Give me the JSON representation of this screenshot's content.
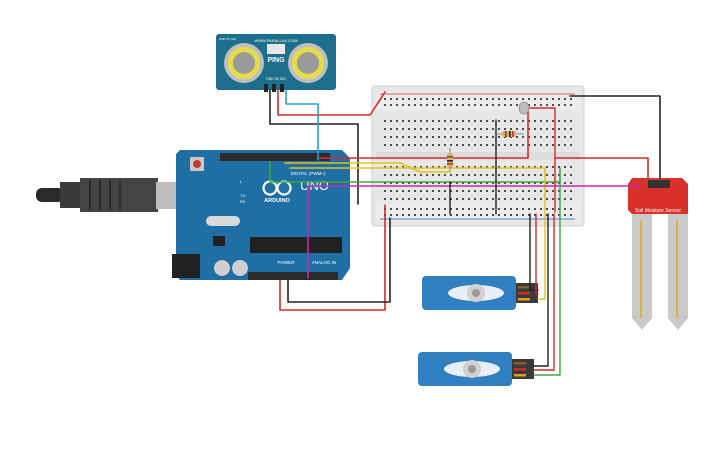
{
  "ultrasonic": {
    "brand": "PING",
    "url": "WWW.PARALLAX.COM",
    "corner": "GND 5V SIG",
    "pins": "GND 5V SIG"
  },
  "arduino": {
    "logo_text": "ARDUINO",
    "model": "UNO",
    "digital_label": "DIGITAL (PWM~)",
    "power_label": "POWER",
    "analog_label": "ANALOG IN",
    "tx": "TX",
    "rx": "RX",
    "l": "L"
  },
  "soil_sensor": {
    "label": "Soil Moisture Sensor"
  },
  "colors": {
    "arduino_blue": "#1f6fa5",
    "breadboard": "#e6e6e6",
    "wire_red": "#d42a2a",
    "wire_black": "#222222",
    "wire_yellow": "#e0c21b",
    "wire_green": "#3da73a",
    "wire_magenta": "#c32ab0",
    "wire_cyan": "#2a9fd6",
    "sensor_red": "#d8312a",
    "servo_blue": "#2f7fc1"
  }
}
